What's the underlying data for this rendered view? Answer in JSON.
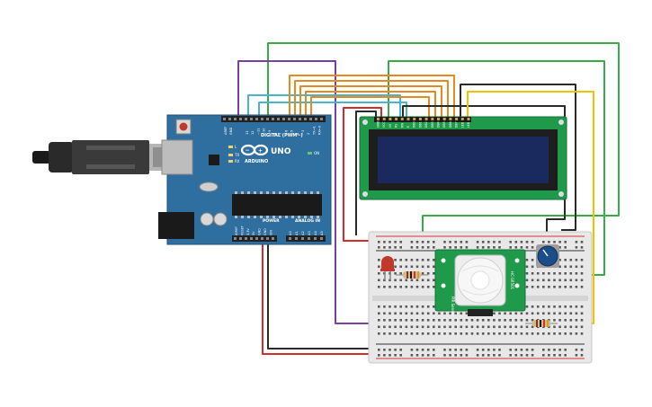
{
  "canvas": {
    "background": "#ffffff"
  },
  "arduino": {
    "board_color": "#2f6fa0",
    "brand": "ARDUINO",
    "model": "UNO",
    "digital_label": "DIGITAL (PWM~)",
    "power_label": "POWER",
    "analog_label": "ANALOG IN",
    "on_label": "ON",
    "tx_label": "TX",
    "rx_label": "RX",
    "l_label": "L",
    "aref_label": "AREF",
    "gnd_label": "GND",
    "digital_pins": [
      "13",
      "12",
      "~11",
      "~10",
      "~9",
      "8",
      "7",
      "~6",
      "~5",
      "4",
      "~3",
      "2",
      "TX→1",
      "RX←0"
    ],
    "power_pins": [
      "IOREF",
      "RESET",
      "3.3V",
      "5V",
      "GND",
      "GND",
      "VIN"
    ],
    "analog_pins": [
      "A0",
      "A1",
      "A2",
      "A3",
      "A4",
      "A5"
    ]
  },
  "usb_cable": {
    "icon": "usb-plug-icon"
  },
  "lcd": {
    "module_color": "#1f9a4b",
    "screen_color": "#1b2a5e",
    "pin_labels": [
      "GND",
      "VCC",
      "V0",
      "RS",
      "RW",
      "E",
      "DB0",
      "DB1",
      "DB2",
      "DB3",
      "DB4",
      "DB5",
      "DB6",
      "DB7",
      "LED",
      "LED"
    ]
  },
  "breadboard": {
    "color": "#e8e8e8",
    "rail_red": "#d33",
    "rail_black": "#333"
  },
  "pir_sensor": {
    "board_color": "#1f9a4b",
    "left_text": "PIR Sensor",
    "right_text": "HC-SR501"
  },
  "led": {
    "color": "#c0392b"
  },
  "potentiometer": {
    "color": "#1b4d8a"
  },
  "wire_colors": {
    "purple": "#7b3fa0",
    "cyan": "#48b6c8",
    "green": "#3aaa48",
    "orange": "#e58a1f",
    "black": "#2a2a2a",
    "yellow": "#f2c200",
    "red": "#d62b2b"
  }
}
